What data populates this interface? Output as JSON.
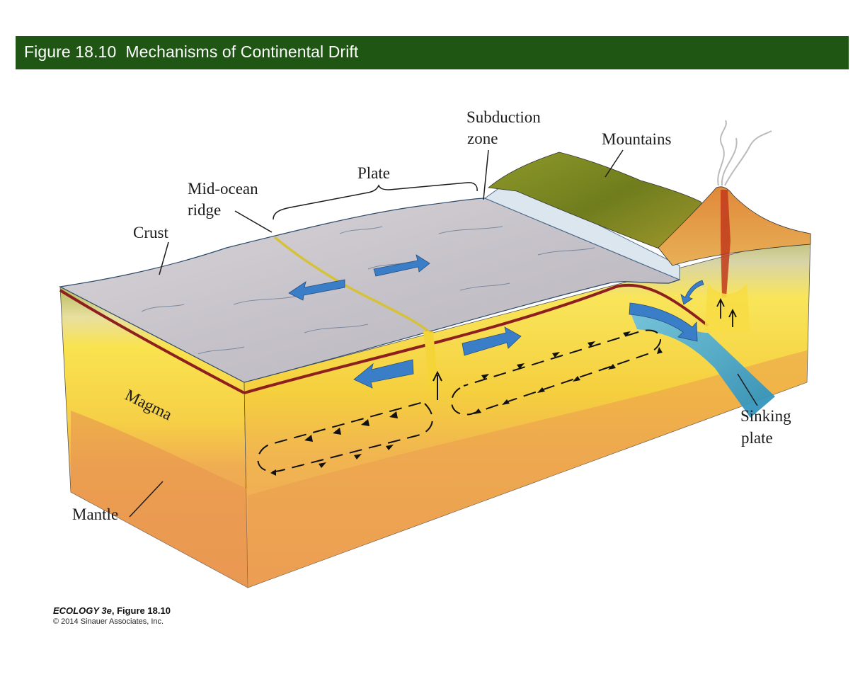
{
  "header": {
    "title": "Figure 18.10  Mechanisms of Continental Drift",
    "background": "#1f5614"
  },
  "labels": {
    "subduction_zone_line1": "Subduction",
    "subduction_zone_line2": "zone",
    "mountains": "Mountains",
    "plate": "Plate",
    "mid_ocean_ridge_line1": "Mid-ocean",
    "mid_ocean_ridge_line2": "ridge",
    "crust": "Crust",
    "magma": "Magma",
    "mantle": "Mantle",
    "sinking_plate_line1": "Sinking",
    "sinking_plate_line2": "plate"
  },
  "credit": {
    "book": "ECOLOGY 3e",
    "figure": ", Figure 18.10",
    "copyright": "© 2014 Sinauer Associates, Inc."
  },
  "colors": {
    "crust_surface": "#c9c6cc",
    "crust_edge": "#8e1f1f",
    "magma": "#f7dd45",
    "mantle": "#eea34a",
    "arrows": "#3a7ec8",
    "sinking_plate": "#3aa2c9"
  }
}
